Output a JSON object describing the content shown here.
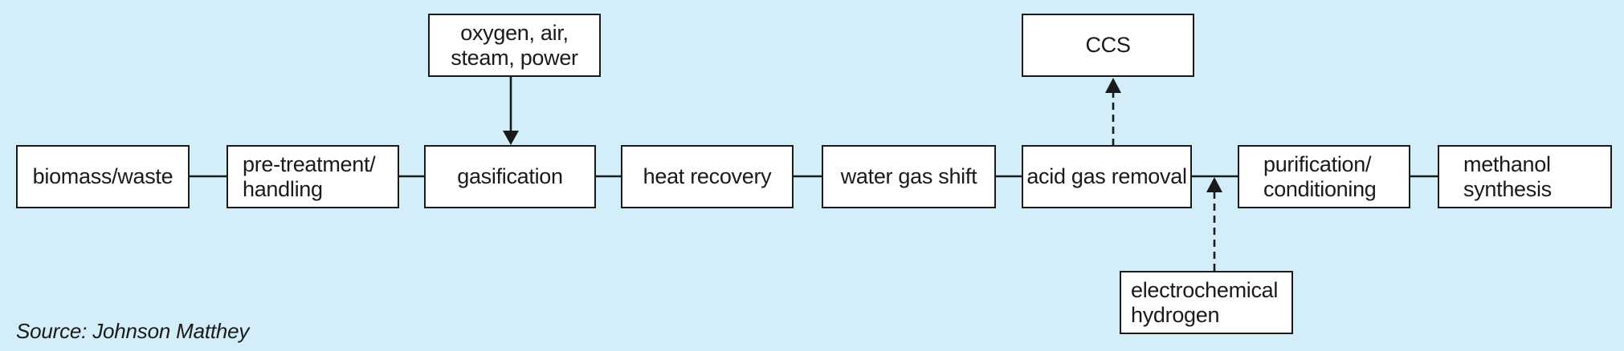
{
  "diagram": {
    "nodes": {
      "biomass": "biomass/waste",
      "pretreatment": [
        "pre-treatment/",
        "handling"
      ],
      "inputs": [
        "oxygen, air,",
        "steam, power"
      ],
      "gasification": "gasification",
      "heat_recovery": "heat recovery",
      "water_gas_shift": "water gas shift",
      "acid_gas_removal": "acid gas removal",
      "ccs": "CCS",
      "electrochemical_hydrogen": [
        "electrochemical",
        "hydrogen"
      ],
      "purification": [
        "purification/",
        "conditioning"
      ],
      "methanol": [
        "methanol",
        "synthesis"
      ]
    },
    "source": "Source: Johnson Matthey"
  },
  "colors": {
    "background": "#d3eef8",
    "box_fill": "#ffffff",
    "stroke": "#1a1a1a"
  }
}
